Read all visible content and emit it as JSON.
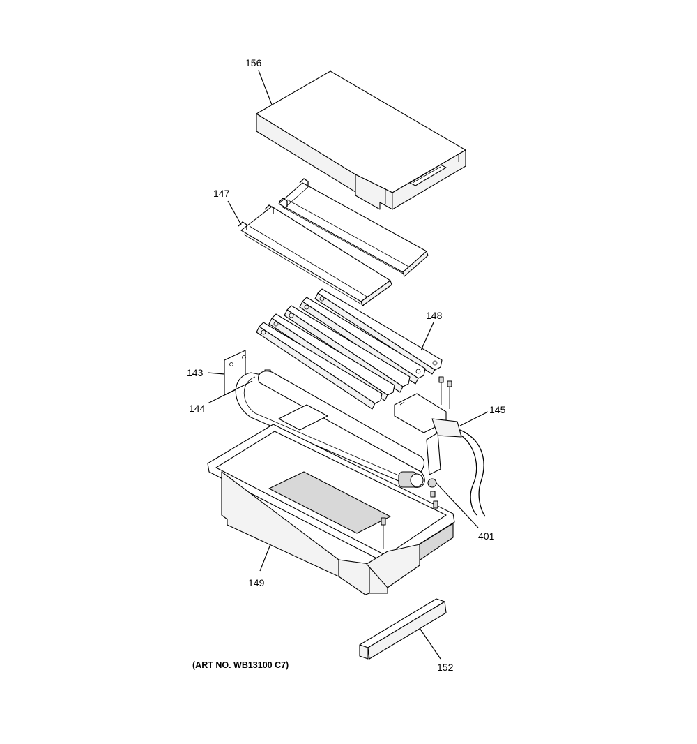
{
  "diagram": {
    "art_number": "(ART NO. WB13100 C7)",
    "callouts": [
      {
        "id": "156"
      },
      {
        "id": "147"
      },
      {
        "id": "148"
      },
      {
        "id": "143"
      },
      {
        "id": "144"
      },
      {
        "id": "145"
      },
      {
        "id": "401"
      },
      {
        "id": "149"
      },
      {
        "id": "152"
      }
    ]
  }
}
